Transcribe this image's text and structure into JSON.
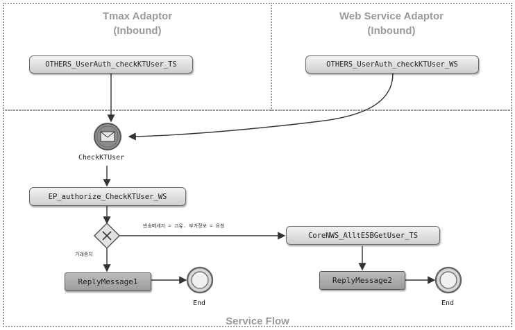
{
  "zones": {
    "tmax_title_line1": "Tmax Adaptor",
    "tmax_title_line2": "(Inbound)",
    "ws_title_line1": "Web Service Adaptor",
    "ws_title_line2": "(Inbound)",
    "service_flow_title": "Service Flow"
  },
  "nodes": {
    "tmax_inbound": "OTHERS_UserAuth_checkKTUser_TS",
    "ws_inbound": "OTHERS_UserAuth_checkKTUser_WS",
    "check_event": "CheckKTUser",
    "ep_authorize": "EP_authorize_CheckKTUser_WS",
    "core_nws": "CoreNWS_AlltESBGetUser_TS",
    "reply1": "ReplyMessage1",
    "reply2": "ReplyMessage2",
    "end1": "End",
    "end2": "End"
  },
  "edges": {
    "condition_right": "반송메세지 = 고유. 부가정보 = 요청",
    "condition_down": "거래중지"
  },
  "colors": {
    "border": "#9a9a9a",
    "node_fill": "#dddddd",
    "event_fill": "#8c8c8c"
  },
  "icons": {
    "event": "envelope-icon",
    "gateway": "x-gateway-icon",
    "end": "end-event-icon"
  }
}
